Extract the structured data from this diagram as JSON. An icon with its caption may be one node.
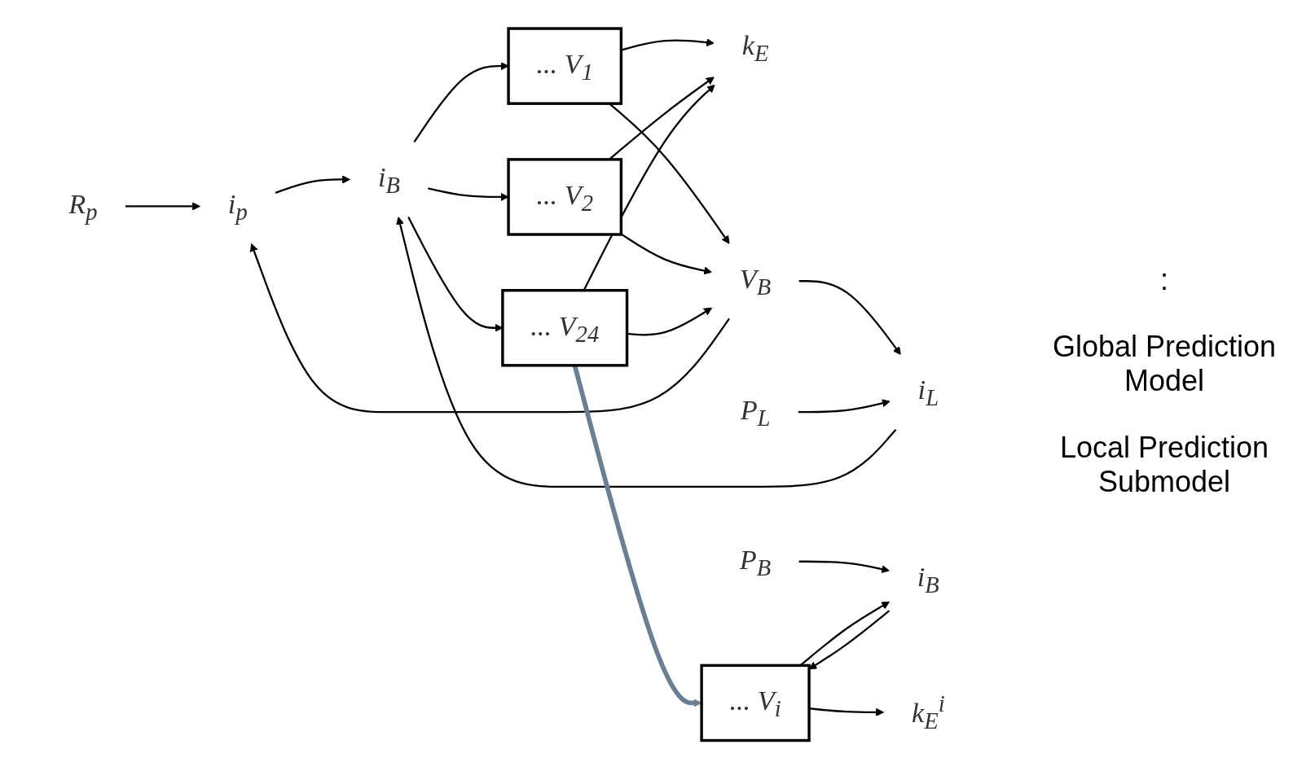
{
  "diagram": {
    "nodes": [
      {
        "text": [
          "R$_{p}$"
        ]
      },
      {
        "text": [
          "i$_{p}$"
        ]
      },
      {
        "text": [
          "V$_{B}$"
        ]
      },
      {
        "text": [
          "i$_{L}$"
        ]
      },
      {
        "text": [
          "i$_{B}$"
        ]
      },
      {
        "text": [
          "... V$_{1}$"
        ]
      },
      {
        "text": [
          "k$_{E}$"
        ]
      },
      {
        "text": [
          "... V$_{2}$"
        ]
      },
      {
        "text": [
          "P$_{L}$"
        ]
      },
      {
        "text": [
          "... V$_{24}$"
        ]
      },
      {
        "text": [
          "P$_{B}$"
        ]
      },
      {
        "text": [
          "i$_{B}$"
        ]
      },
      {
        "text": [
          "... V$_{i}$"
        ]
      },
      {
        "text": [
          "k$_{E}$$^{i}$"
        ]
      }
    ],
    "edges": [
      {
        "from": 0,
        "to": 1,
        "arrow": "to"
      },
      {
        "from": 2,
        "to": 1,
        "arrow": "to"
      },
      {
        "from": 1,
        "to": 4,
        "arrow": "to"
      },
      {
        "from": 2,
        "to": 3,
        "arrow": "to"
      },
      {
        "from": 3,
        "to": 4,
        "arrow": "to"
      },
      {
        "from": 8,
        "to": 3,
        "arrow": "to"
      },
      {
        "from": 4,
        "to": 5,
        "arrow": "to"
      },
      {
        "from": 4,
        "to": 7,
        "arrow": "to"
      },
      {
        "from": 4,
        "to": 9,
        "arrow": "to"
      },
      {
        "from": 5,
        "to": 2,
        "arrow": "to"
      },
      {
        "from": 7,
        "to": 2,
        "arrow": "to"
      },
      {
        "from": 9,
        "to": 2,
        "arrow": "to"
      },
      {
        "from": 5,
        "to": 6,
        "arrow": "to"
      },
      {
        "from": 7,
        "to": 6,
        "arrow": "to"
      },
      {
        "from": 9,
        "to": 6,
        "arrow": "to"
      },
      {
        "from": 9,
        "to": 12,
        "arrow": "to",
        "style": "thick",
        "color": "#6b7f94"
      },
      {
        "from": 10,
        "to": 11,
        "arrow": "to"
      },
      {
        "from": 11,
        "to": 12,
        "arrow": "to"
      },
      {
        "from": 12,
        "to": 11,
        "arrow": "to"
      },
      {
        "from": 12,
        "to": 13,
        "arrow": "to"
      }
    ],
    "labels": [
      ":",
      "Global Prediction Model",
      "Local Prediction Submodel"
    ]
  }
}
